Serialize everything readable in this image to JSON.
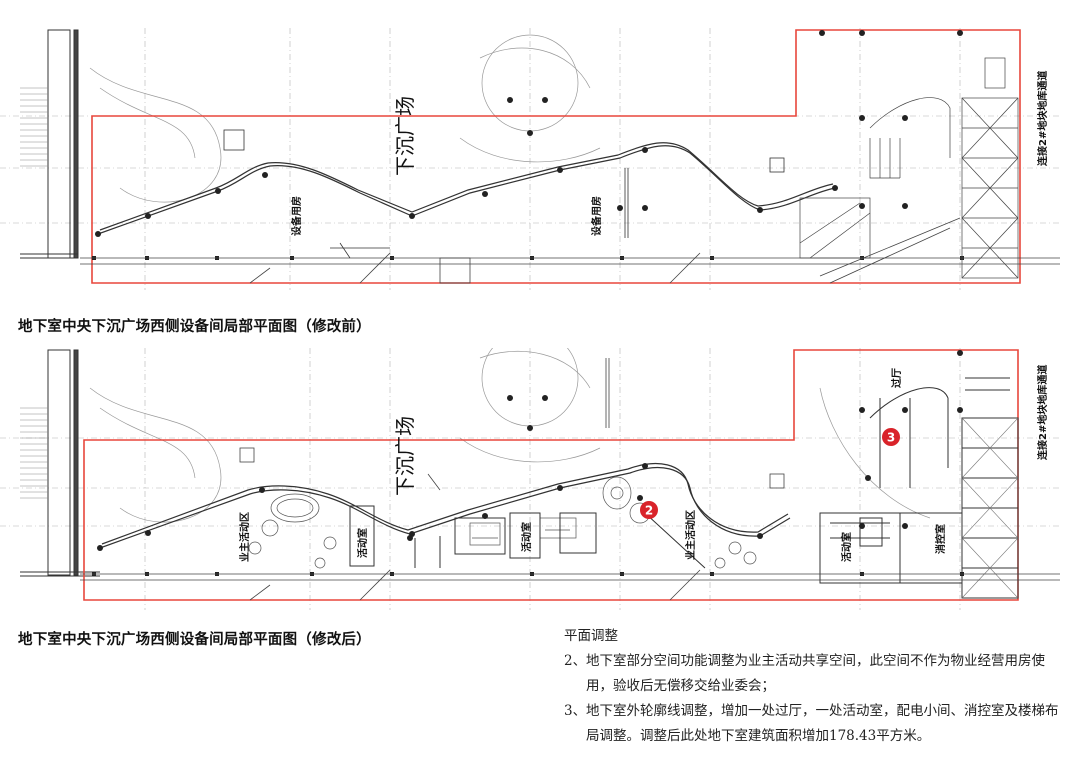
{
  "captions": {
    "before": "地下室中央下沉广场西侧设备间局部平面图（修改前）",
    "after": "地下室中央下沉广场西侧设备间局部平面图（修改后）"
  },
  "plan_before": {
    "plaza_label": "下沉广场",
    "room_labels": [
      "设备用房",
      "设备用房"
    ],
    "corridor_label": "连接2#地块地库通道"
  },
  "plan_after": {
    "plaza_label": "下沉广场",
    "room_labels": {
      "owner_area_1": "业主活动区",
      "activity_1": "活动室",
      "activity_2": "活动室",
      "owner_area_2": "业主活动区",
      "activity_3": "活动室",
      "fire_control": "消控室",
      "hall": "过厅"
    },
    "corridor_label": "连接2#地块地库通道",
    "markers": [
      "2",
      "3"
    ]
  },
  "notes": {
    "heading": "平面调整",
    "items": [
      {
        "num": "2、",
        "text": "地下室部分空间功能调整为业主活动共享空间，此空间不作为物业经营用房使用，验收后无偿移交给业委会；"
      },
      {
        "num": "3、",
        "text": "地下室外轮廓线调整，增加一处过厅，一处活动室，配电小间、消控室及楼梯布局调整。调整后此处地下室建筑面积增加178.43平方米。"
      }
    ]
  },
  "colors": {
    "boundary": "#e8473c",
    "marker": "#d9232a",
    "linework": "#333333",
    "grid": "#9a9a9a"
  }
}
